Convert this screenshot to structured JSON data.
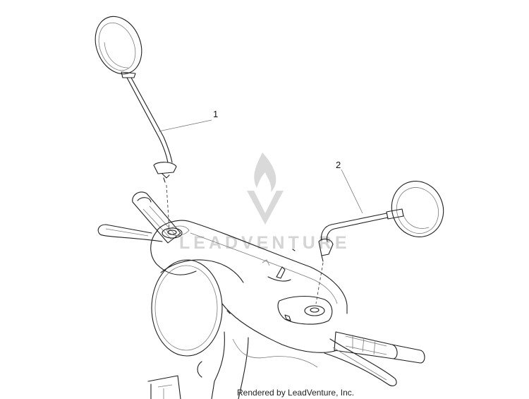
{
  "diagram": {
    "callouts": [
      {
        "number": "1",
        "part": "left-mirror"
      },
      {
        "number": "2",
        "part": "right-mirror"
      }
    ],
    "watermark_text": "LEADVENTURE",
    "caption": "Rendered by LeadVenture, Inc."
  }
}
